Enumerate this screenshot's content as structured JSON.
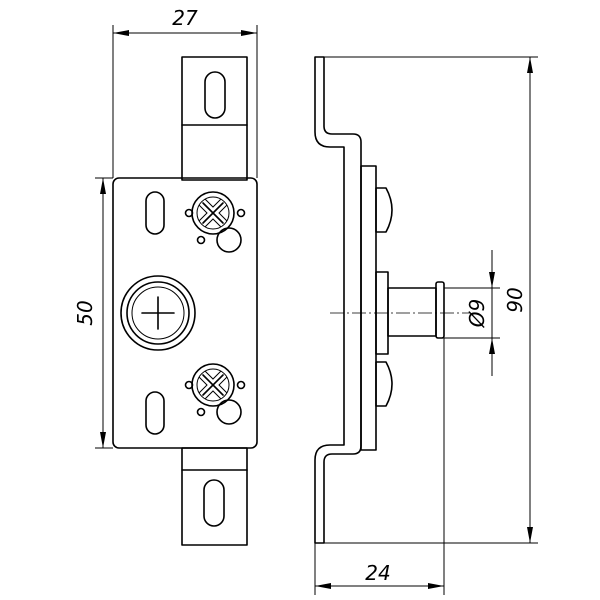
{
  "dimensions": {
    "width_top": "27",
    "height_plate": "50",
    "height_total": "90",
    "depth_bottom": "24",
    "diameter_pin": "Ø9"
  }
}
